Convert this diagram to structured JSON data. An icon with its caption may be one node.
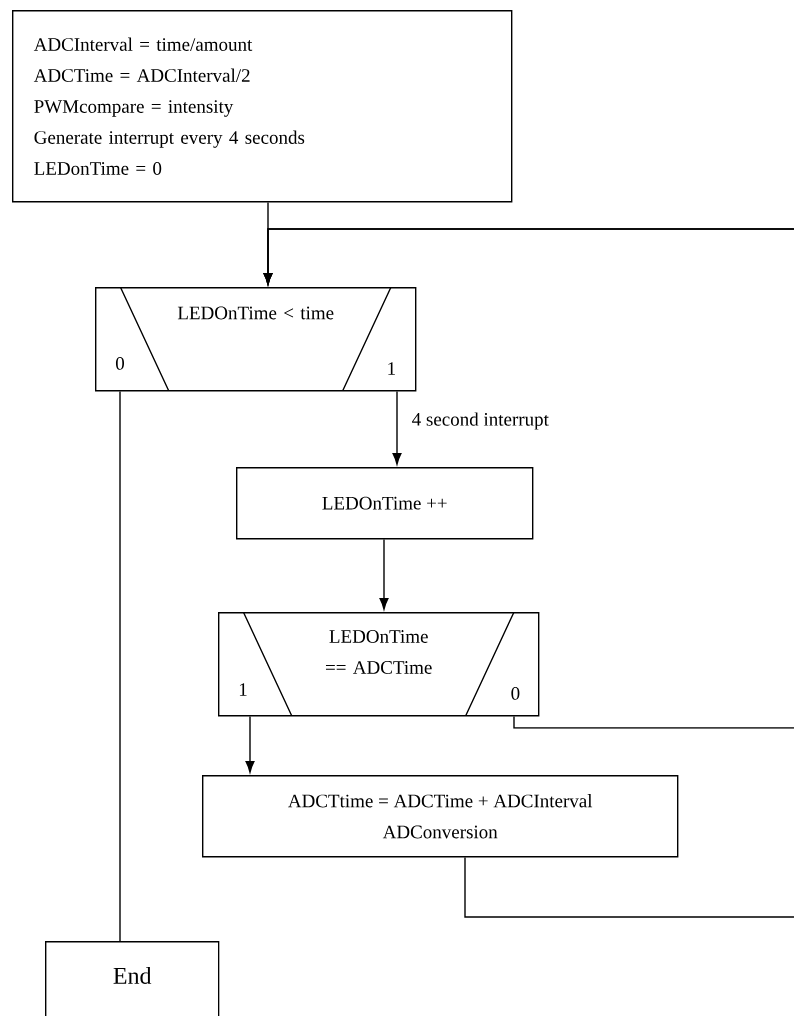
{
  "diagram": {
    "nodes": [
      {
        "text": [
          "ADCInterval = time/amount",
          "ADCTime = ADCInterval/2",
          "PWMcompare = intensity",
          "Generate interrupt every 4 seconds",
          "LEDonTime = 0"
        ]
      },
      {
        "text": [
          "LEDOnTime < time",
          "0",
          "1"
        ]
      },
      {
        "text": [
          "LEDOnTime ++"
        ]
      },
      {
        "text": [
          "LEDOnTime == ADCTime",
          "1",
          "0"
        ]
      },
      {
        "text": [
          "ADCTtime = ADCTime + ADCInterval",
          "ADConversion"
        ]
      },
      {
        "text": [
          "End"
        ]
      }
    ],
    "edges": [
      {
        "from": 0,
        "to": 1,
        "arrow": "to"
      },
      {
        "from": 1,
        "to": 2,
        "arrow": "to",
        "label": "4 second interrupt"
      },
      {
        "from": 1,
        "to": 5,
        "arrow": "none"
      },
      {
        "from": 2,
        "to": 3,
        "arrow": "to"
      },
      {
        "from": 3,
        "to": 4,
        "arrow": "to"
      },
      {
        "from": 3,
        "to": 1,
        "arrow": "to"
      },
      {
        "from": 4,
        "to": 1,
        "arrow": "to"
      }
    ]
  }
}
